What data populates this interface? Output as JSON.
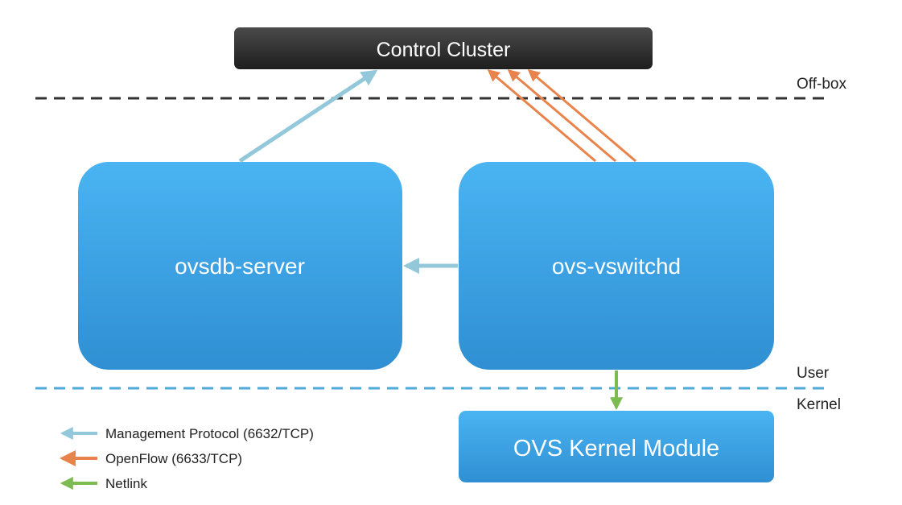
{
  "colors": {
    "management": "#92c8da",
    "openflow": "#e8834b",
    "netlink": "#7cba52",
    "box_top": "#4ab4f3",
    "box_bottom": "#2f8fd2",
    "cluster_top": "#4a4a4a",
    "cluster_bottom": "#1e1e1e",
    "dashed_offbox": "#333333",
    "dashed_user": "#4fa9d9"
  },
  "boxes": {
    "control_cluster": "Control Cluster",
    "ovsdb_server": "ovsdb-server",
    "ovs_vswitchd": "ovs-vswitchd",
    "kernel_module": "OVS Kernel Module"
  },
  "layers": {
    "off_box": "Off-box",
    "user": "User",
    "kernel": "Kernel"
  },
  "legend": [
    {
      "label": "Management Protocol (6632/TCP)",
      "type": "management"
    },
    {
      "label": "OpenFlow (6633/TCP)",
      "type": "openflow"
    },
    {
      "label": "Netlink",
      "type": "netlink"
    }
  ]
}
